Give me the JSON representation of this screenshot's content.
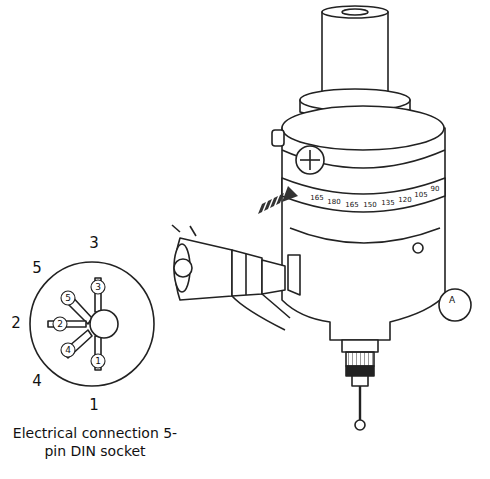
{
  "diagram": {
    "caption": "Electrical connection 5-pin DIN socket",
    "labels": [
      "3",
      "5",
      "2",
      "4",
      "1",
      "5",
      "3",
      "2",
      "4",
      "1",
      "165",
      "180",
      "165",
      "150",
      "135",
      "120",
      "105",
      "90",
      "A"
    ]
  }
}
